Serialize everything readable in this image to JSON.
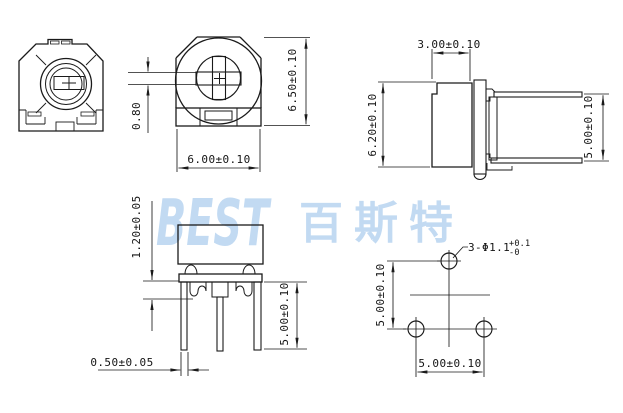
{
  "drawing": {
    "line_color": "#1a1a1a",
    "watermark": {
      "latin": "BEST",
      "cjk": "百斯特",
      "color": "#c2daf2"
    },
    "front_view": {
      "dim_height": "6.50±0.10",
      "dim_width": "6.00±0.10",
      "dim_slot_width": "0.80"
    },
    "side_view": {
      "dim_rotor_depth": "3.00±0.10",
      "dim_body_height": "6.20±0.10",
      "dim_pin_spacing": "5.00±0.10"
    },
    "bottom_view": {
      "dim_standoff": "1.20±0.05",
      "dim_pin_width": "0.50±0.05",
      "dim_pin_length": "5.00±0.10"
    },
    "footprint_view": {
      "hole_callout": "3-Φ1.1",
      "hole_tol_upper": "+0.1",
      "hole_tol_lower": "-0",
      "dim_vertical_pitch": "5.00±0.10",
      "dim_horizontal_pitch": "5.00±0.10"
    }
  }
}
